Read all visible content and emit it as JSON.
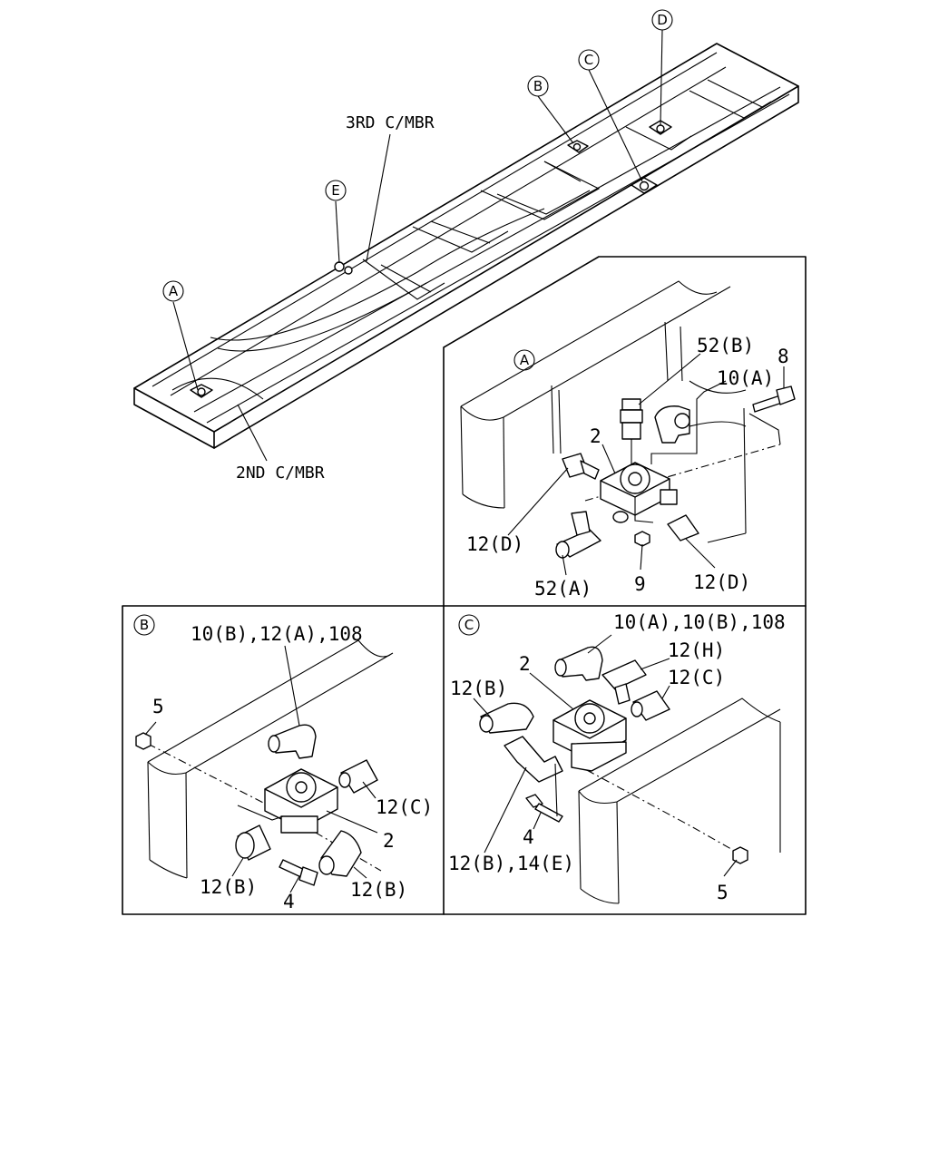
{
  "overview": {
    "callouts": [
      "A",
      "B",
      "C",
      "D",
      "E"
    ],
    "labels": {
      "third_crossmember": "3RD C/MBR",
      "second_crossmember": "2ND C/MBR"
    }
  },
  "detail_a": {
    "id": "A",
    "labels": {
      "p52b": "52(B)",
      "p8": "8",
      "p10a": "10(A)",
      "p2": "2",
      "p12d_left": "12(D)",
      "p52a": "52(A)",
      "p9": "9",
      "p12d_right": "12(D)"
    }
  },
  "detail_b": {
    "id": "B",
    "labels": {
      "p_top": "10(B),12(A),108",
      "p5": "5",
      "p12c": "12(C)",
      "p2": "2",
      "p12b_left": "12(B)",
      "p4": "4",
      "p12b_right": "12(B)"
    }
  },
  "detail_c": {
    "id": "C",
    "labels": {
      "p_top": "10(A),10(B),108",
      "p2": "2",
      "p12h": "12(H)",
      "p12b": "12(B)",
      "p12c": "12(C)",
      "p4": "4",
      "p12b14e": "12(B),14(E)",
      "p5": "5"
    }
  }
}
